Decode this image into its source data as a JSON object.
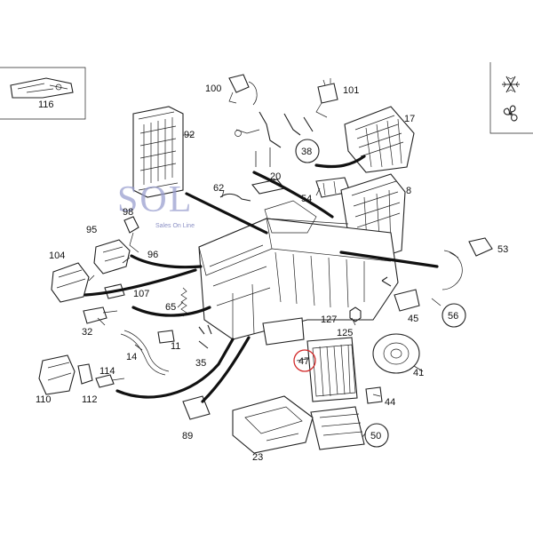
{
  "labels": {
    "p116": "116",
    "p100": "100",
    "p101": "101",
    "p17": "17",
    "p92": "92",
    "p38": "38",
    "p20": "20",
    "p62": "62",
    "p54": "54",
    "p8": "8",
    "p98": "98",
    "p95": "95",
    "p96": "96",
    "p104": "104",
    "p53": "53",
    "p107": "107",
    "p65": "65",
    "p32": "32",
    "p56": "56",
    "p45": "45",
    "p127": "127",
    "p125": "125",
    "p11": "11",
    "p14": "14",
    "p35": "35",
    "p47": "47",
    "p41": "41",
    "p114": "114",
    "p110": "110",
    "p112": "112",
    "p44": "44",
    "p89": "89",
    "p50": "50",
    "p23": "23"
  },
  "watermark": {
    "logo": "SOL",
    "tagline": "Sales On Line"
  },
  "icons": {
    "top_right": [
      "snowflake-icon",
      "fan-icon"
    ]
  },
  "colors": {
    "highlight_circle": "#d22a2a",
    "watermark": "#9a9fd0"
  }
}
